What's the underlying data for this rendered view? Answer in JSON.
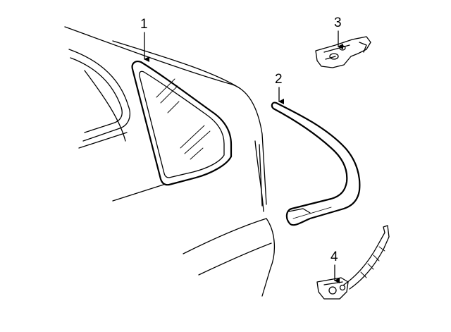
{
  "callouts": [
    {
      "number": "1",
      "part": "quarter-window-glass"
    },
    {
      "number": "2",
      "part": "window-molding"
    },
    {
      "number": "3",
      "part": "upper-bracket"
    },
    {
      "number": "4",
      "part": "lower-bracket-hinge"
    }
  ],
  "colors": {
    "line": "#000000",
    "background": "#ffffff"
  }
}
